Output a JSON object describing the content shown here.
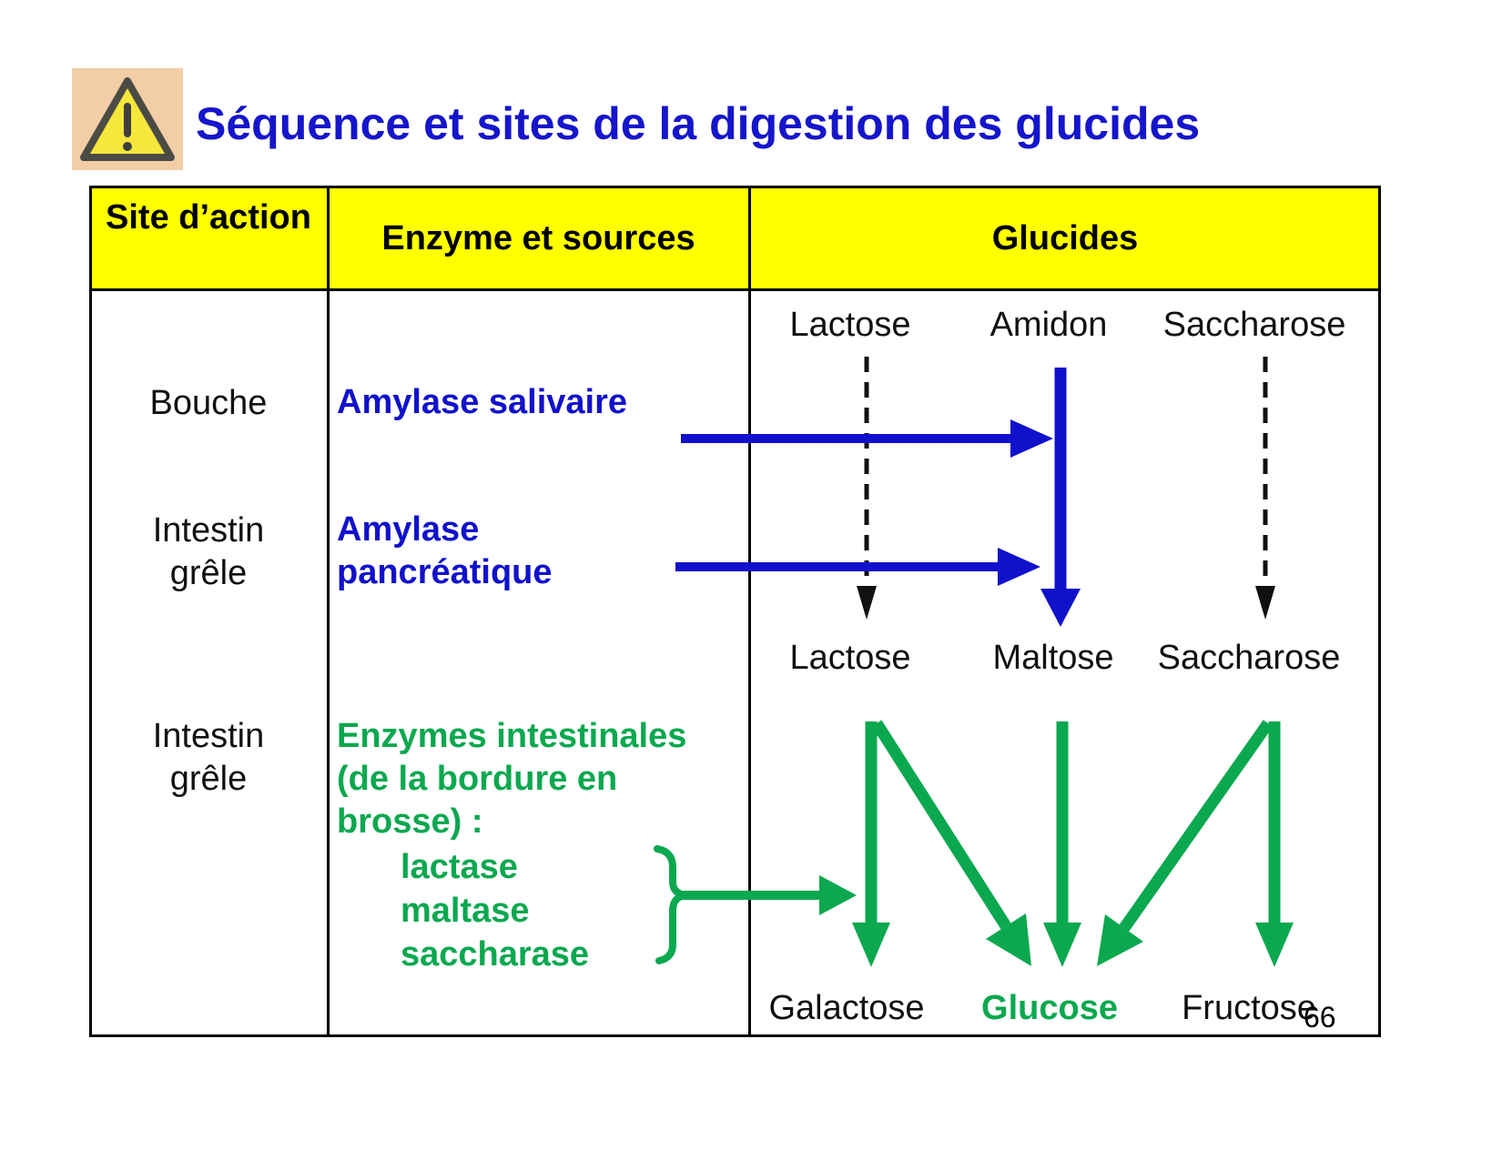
{
  "slide": {
    "title": "Séquence et sites de la digestion des glucides",
    "page_number": "66",
    "icon": "warning-triangle"
  },
  "colors": {
    "title_blue": "#1515cc",
    "enzyme_blue": "#1111cc",
    "green": "#0ba84f",
    "header_yellow": "#ffff00",
    "icon_background": "#f2cda6",
    "triangle_yellow": "#f7e63c",
    "triangle_border": "#4b4b45",
    "text_black": "#111111"
  },
  "table": {
    "headers": [
      {
        "label": "Site d’action"
      },
      {
        "label": "Enzyme et sources"
      },
      {
        "label": "Glucides"
      }
    ],
    "rows": [
      {
        "site": "Bouche",
        "enzyme": "Amylase salivaire"
      },
      {
        "site_lines": [
          "Intestin",
          "grêle"
        ],
        "enzyme_lines": [
          "Amylase",
          "pancréatique"
        ]
      },
      {
        "site_lines": [
          "Intestin",
          "grêle"
        ],
        "enzyme_lines": [
          "Enzymes intestinales",
          "(de la bordure en",
          "brosse) :"
        ],
        "enzyme_list": [
          "lactase",
          "maltase",
          "saccharase"
        ]
      }
    ]
  },
  "diagram": {
    "top_row": [
      "Lactose",
      "Amidon",
      "Saccharose"
    ],
    "middle_row": [
      "Lactose",
      "Maltose",
      "Saccharose"
    ],
    "bottom_row": [
      "Galactose",
      "Glucose",
      "Fructose"
    ]
  }
}
